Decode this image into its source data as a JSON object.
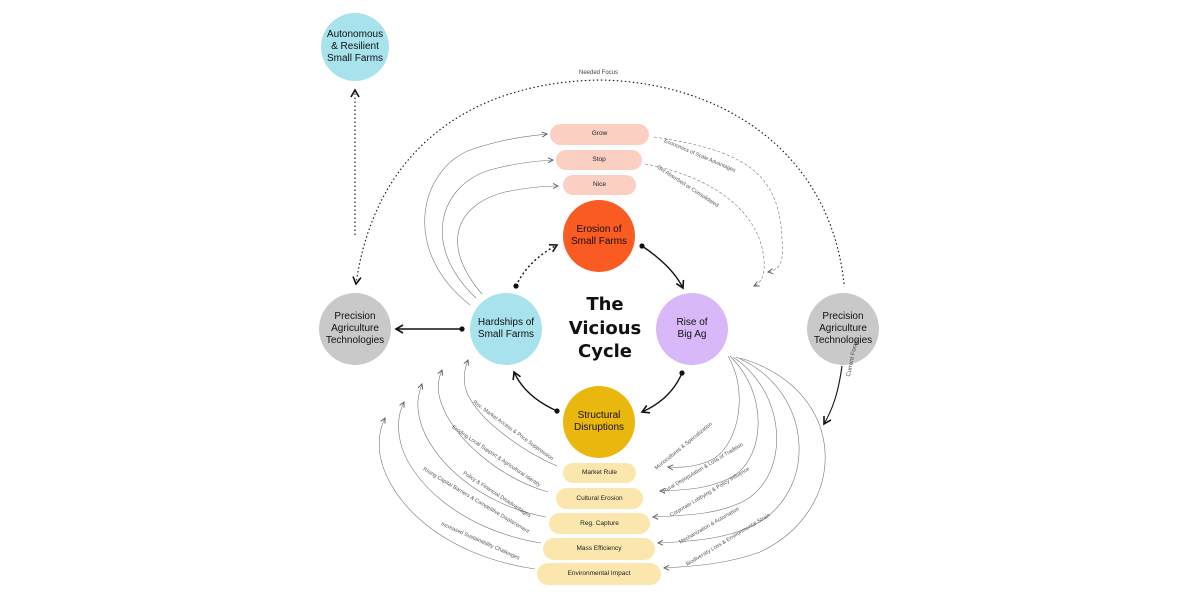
{
  "title": "The Vicious Cycle",
  "nodes": {
    "autonomous": "Autonomous & Resilient Small Farms",
    "precision_left": "Precision Agriculture Technologies",
    "precision_right": "Precision Agriculture Technologies",
    "erosion": "Erosion of Small Farms",
    "rise": "Rise of Big Ag",
    "structural": "Structural Disruptions",
    "hardships": "Hardships of Small Farms"
  },
  "flows": {
    "needed_focus": "Needed Focus",
    "current_focus": "Current Focus"
  },
  "top_pills": [
    "Grow",
    "Stop",
    "Nice"
  ],
  "top_labels": [
    "Economics of Scale Advantages",
    "Get Absorbed or Consolidated"
  ],
  "bottom_pills": [
    "Market Rule",
    "Cultural Erosion",
    "Reg. Capture",
    "Mass Efficiency",
    "Environmental Impact"
  ],
  "bottom_left_labels": [
    "Rec. Market Access & Price Suppression",
    "Eroding Local Support & Agricultural Identity",
    "Policy & Financial Disadvantages",
    "Rising Capital Barriers & Competitive Displacement",
    "Increased Sustainability Challenges"
  ],
  "bottom_right_labels": [
    "Monocultures & Specialization",
    "Rural Depopulation & Loss of Tradition",
    "Corporate Lobbying & Policy Influence",
    "Mechanization & Automation",
    "Biodiversity Loss & Environmental Strain"
  ],
  "colors": {
    "erosion": "#f95b22",
    "rise": "#d8b8f9",
    "structural": "#eab70f",
    "hardships": "#a8e2ec",
    "autonomous": "#a8e2ec",
    "precision": "#c9c9c9",
    "top_pill": "#fbd0c3",
    "bottom_pill": "#fbe6ad"
  }
}
